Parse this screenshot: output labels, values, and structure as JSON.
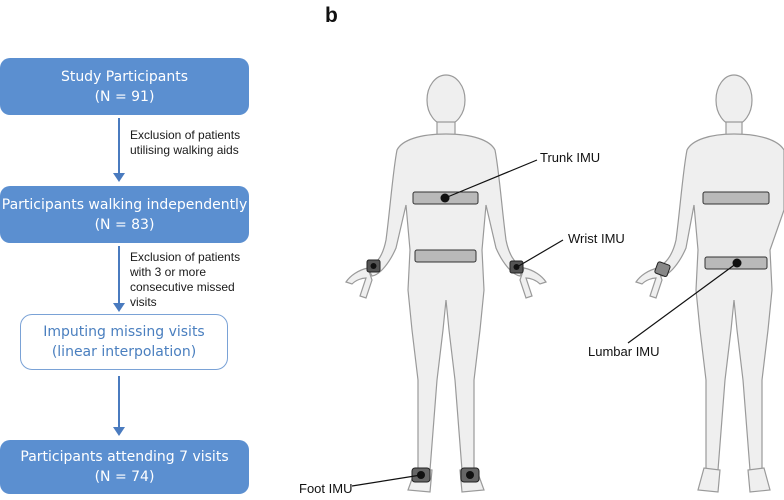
{
  "panel_label": "b",
  "flow": {
    "box1": {
      "title": "Study Participants",
      "count": "(N = 91)"
    },
    "exclusion1": {
      "line1": "Exclusion of patients",
      "line2": "utilising walking aids"
    },
    "box2": {
      "title": "Participants walking independently",
      "count": "(N = 83)"
    },
    "exclusion2": {
      "line1": "Exclusion of patients",
      "line2": "with 3 or more",
      "line3": "consecutive missed",
      "line4": "visits"
    },
    "box3": {
      "title": "Imputing missing visits",
      "subtitle": "(linear interpolation)"
    },
    "box4": {
      "title": "Participants attending 7 visits",
      "count": "(N = 74)"
    }
  },
  "sensors": {
    "trunk": "Trunk IMU",
    "wrist": "Wrist IMU",
    "lumbar": "Lumbar IMU",
    "foot": "Foot IMU"
  }
}
